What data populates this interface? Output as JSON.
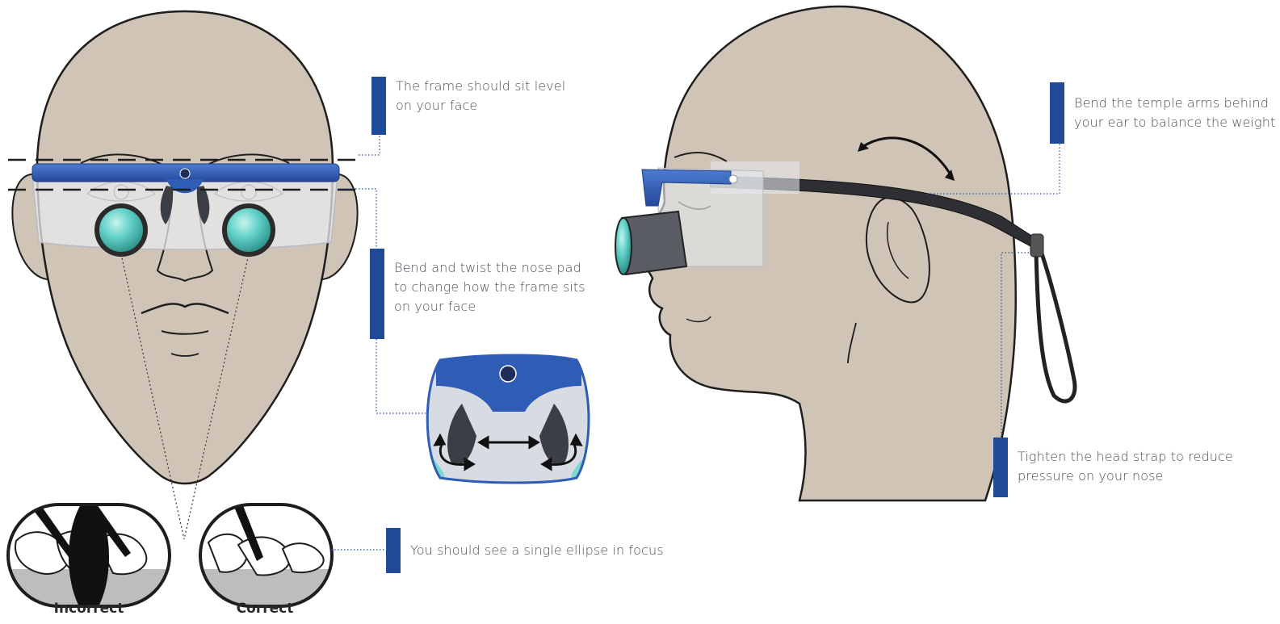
{
  "callouts": {
    "frame_level": [
      "The frame should sit level",
      "on your face"
    ],
    "nose_pad": [
      "Bend and twist the nose pad",
      "to change how the frame sits",
      "on your face"
    ],
    "ellipse": [
      "You should see a single ellipse in focus"
    ],
    "temple_arms": [
      "Bend the temple arms behind",
      "your ear to balance the weight"
    ],
    "head_strap": [
      "Tighten the head strap to reduce",
      "pressure on your nose"
    ]
  },
  "labels": {
    "incorrect": "Incorrect",
    "correct": "Correct"
  },
  "colors": {
    "skin": "#cfc4b6",
    "frame_blue": "#2f5db6",
    "callout_bar": "#1f4b96",
    "lens_teal": "#5fd2c8",
    "outline": "#1e1e1e"
  }
}
